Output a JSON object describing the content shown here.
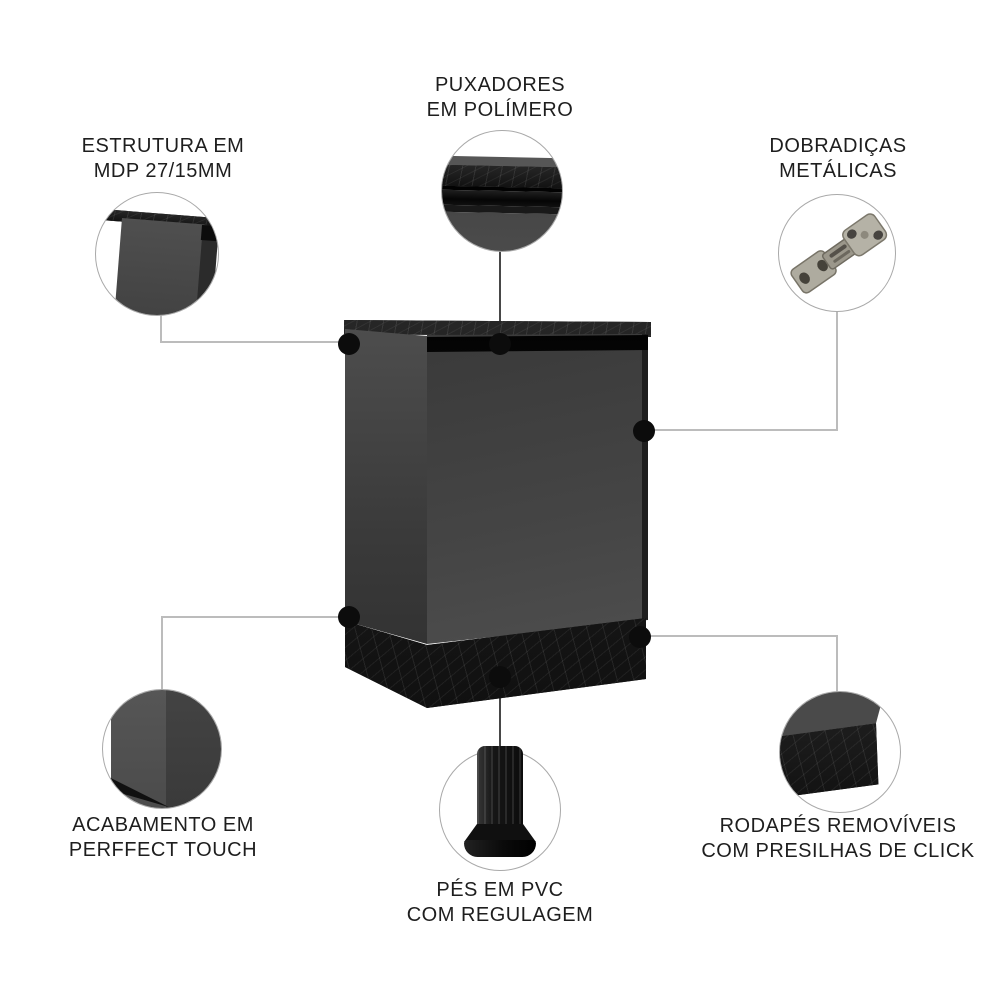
{
  "background": "#ffffff",
  "product": "black-cabinet",
  "callouts": [
    {
      "id": "estrutura",
      "lines": [
        "ESTRUTURA EM",
        "MDP 27/15MM"
      ]
    },
    {
      "id": "puxadores",
      "lines": [
        "PUXADORES",
        "EM POLÍMERO"
      ]
    },
    {
      "id": "dobradicas",
      "lines": [
        "DOBRADIÇAS",
        "METÁLICAS"
      ]
    },
    {
      "id": "acabamento",
      "lines": [
        "ACABAMENTO EM",
        "PERFFECT TOUCH"
      ]
    },
    {
      "id": "pes",
      "lines": [
        "PÉS EM PVC",
        "COM REGULAGEM"
      ]
    },
    {
      "id": "rodapes",
      "lines": [
        "RODAPÉS REMOVÍVEIS",
        "COM PRESILHAS DE CLICK"
      ]
    }
  ],
  "colors": {
    "text": "#1e1e1e",
    "connector_line": "#bcbcbc",
    "connector_dot": "#0c0c0c",
    "door_gray": "#464646",
    "side_gray": "#3a3a3a",
    "marble_black": "#1c1c1c"
  }
}
